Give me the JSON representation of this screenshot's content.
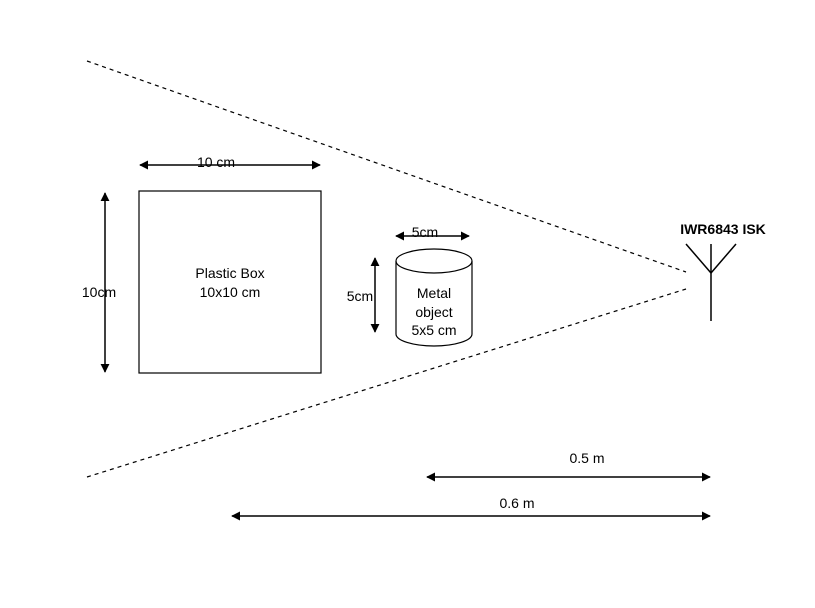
{
  "sensor": {
    "label": "IWR6843 ISK"
  },
  "plastic_box": {
    "line1": "Plastic Box",
    "line2": "10x10 cm",
    "width_label": "10 cm",
    "height_label": "10cm"
  },
  "metal_object": {
    "line1": "Metal",
    "line2": "object",
    "line3": "5x5 cm",
    "width_label": "5cm",
    "height_label": "5cm"
  },
  "distances": {
    "near": "0.5 m",
    "far": "0.6 m"
  },
  "colors": {
    "stroke": "#000000",
    "background": "#ffffff"
  }
}
